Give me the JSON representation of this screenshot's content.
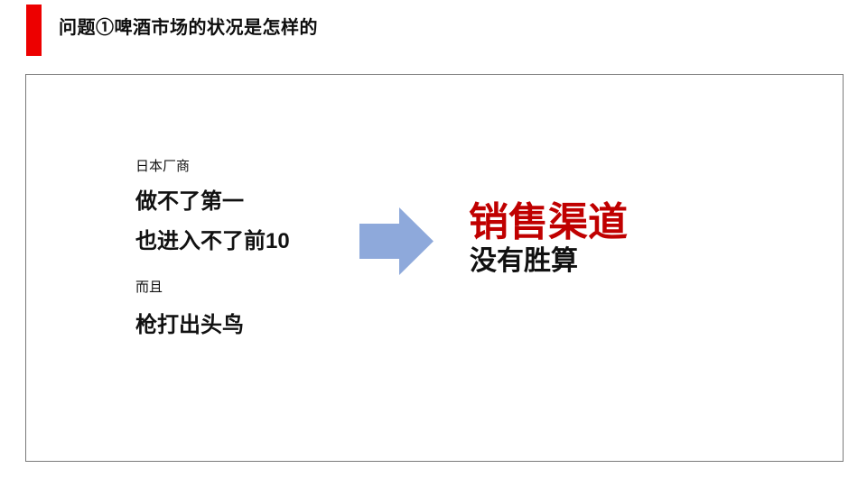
{
  "slide": {
    "title": "问题①啤酒市场的状况是怎样的",
    "accent_bar_color": "#ed0000",
    "background_color": "#ffffff"
  },
  "content_box": {
    "border_color": "#7a7a7a",
    "premise_lines": [
      {
        "text": "日本厂商",
        "emphasis": "small"
      },
      {
        "text": "做不了第一",
        "emphasis": "large"
      },
      {
        "text": "也进入不了前10",
        "emphasis": "large"
      },
      {
        "text": "而且",
        "emphasis": "small"
      },
      {
        "text": "枪打出头鸟",
        "emphasis": "large"
      }
    ],
    "arrow": {
      "icon": "right-arrow-icon",
      "color": "#8ea9db"
    },
    "conclusion": {
      "headline": "销售渠道",
      "headline_color": "#c00000",
      "subline": "没有胜算",
      "subline_color": "#111111"
    }
  }
}
